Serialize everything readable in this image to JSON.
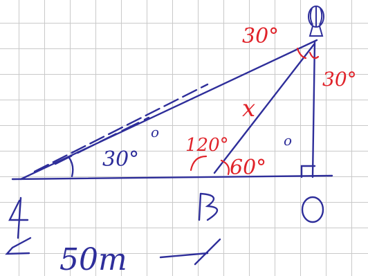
{
  "colors": {
    "ink": "#2e2e9a",
    "accent": "#e0232a",
    "grid": "#c9c9c9"
  },
  "points": {
    "a": "A",
    "b": "B",
    "o": "O"
  },
  "angles": {
    "at_a": "30°",
    "at_b_inner": "60°",
    "at_b_outer": "120°",
    "at_top_left": "30°",
    "at_top_right": "30°",
    "degree_mark_1": "o",
    "degree_mark_2": "o"
  },
  "segment": {
    "pb": "x"
  },
  "distance": {
    "ab": "50m"
  },
  "icon": "balloon-icon"
}
